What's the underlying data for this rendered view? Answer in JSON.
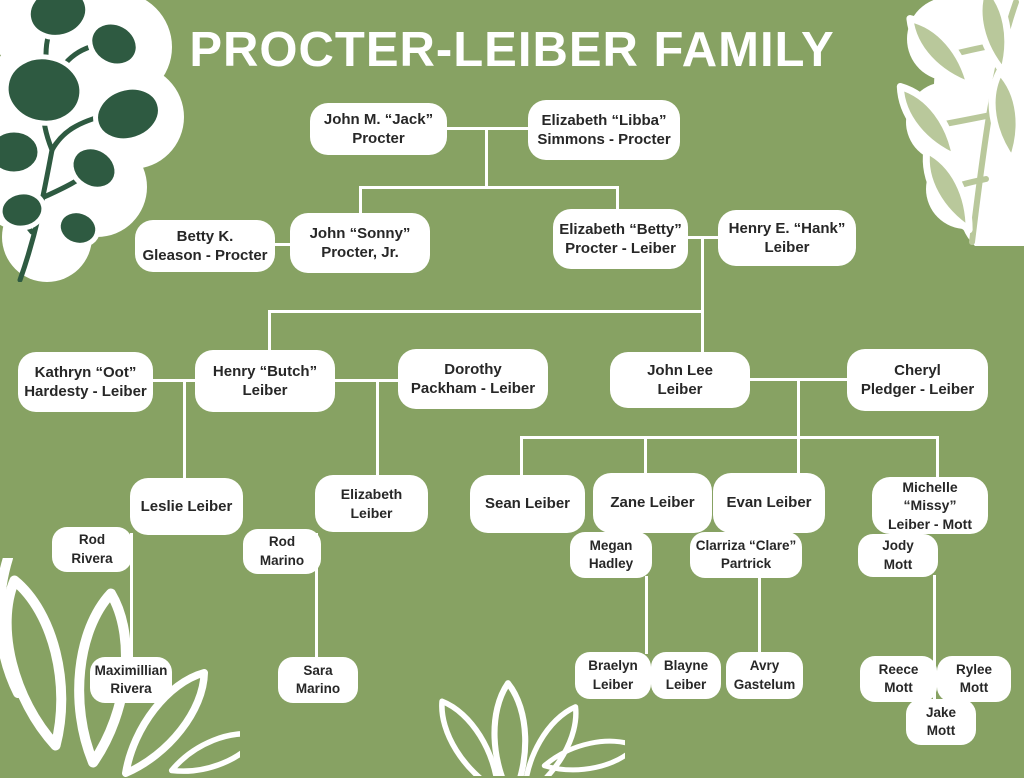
{
  "title": "PROCTER-LEIBER FAMILY",
  "colors": {
    "background": "#87A263",
    "box_fill": "#FFFFFF",
    "box_text": "#272727",
    "connector": "#FFFFFF",
    "leaf_dark_green": "#2E5A41",
    "leaf_light_sage": "#B9C89B"
  },
  "people": {
    "jack": "John M. “Jack”\nProcter",
    "libba": "Elizabeth “Libba”\nSimmons - Procter",
    "betty_gleason": "Betty K.\nGleason - Procter",
    "sonny": "John “Sonny”\nProcter, Jr.",
    "betty_leiber": "Elizabeth “Betty”\nProcter - Leiber",
    "hank": "Henry E. “Hank”\nLeiber",
    "kathryn": "Kathryn “Oot”\nHardesty - Leiber",
    "butch": "Henry “Butch”\nLeiber",
    "dorothy": "Dorothy\nPackham - Leiber",
    "john_lee": "John Lee\nLeiber",
    "cheryl": "Cheryl\nPledger - Leiber",
    "leslie": "Leslie Leiber",
    "rod_rivera": "Rod\nRivera",
    "elizabeth": "Elizabeth Leiber",
    "rod_marino": "Rod\nMarino",
    "sean": "Sean Leiber",
    "zane": "Zane Leiber",
    "evan": "Evan Leiber",
    "michelle": "Michelle “Missy”\nLeiber - Mott",
    "megan": "Megan\nHadley",
    "clarriza": "Clarriza “Clare”\nPartrick",
    "jody": "Jody\nMott",
    "maximillian": "Maximillian\nRivera",
    "sara": "Sara\nMarino",
    "braelyn": "Braelyn\nLeiber",
    "blayne": "Blayne\nLeiber",
    "avry": "Avry\nGastelum",
    "reece": "Reece\nMott",
    "rylee": "Rylee\nMott",
    "jake": "Jake\nMott"
  }
}
